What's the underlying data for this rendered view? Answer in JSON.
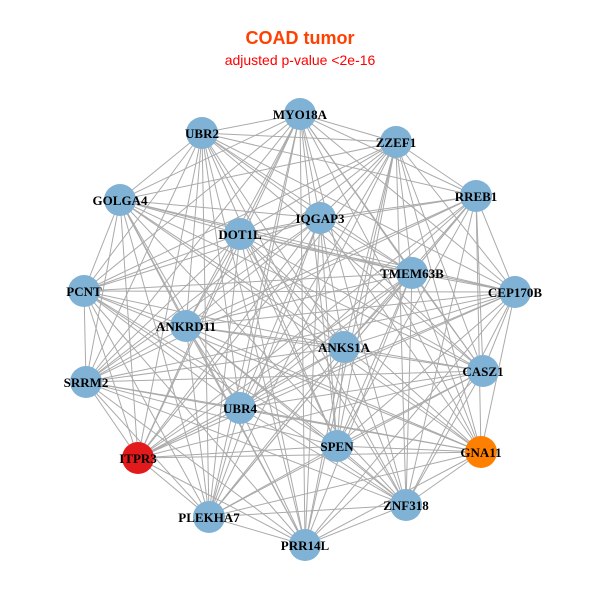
{
  "title": "COAD tumor",
  "subtitle": "adjusted p-value <2e-16",
  "colors": {
    "title": "#ff4000",
    "subtitle": "#ff0000",
    "node_default": "#7fb2d5",
    "edge": "#aaaaaa",
    "highlight_red": "#e31a1c",
    "highlight_orange": "#ff7f00"
  },
  "nodes": [
    {
      "name": "MYO18A",
      "color": "#7fb2d5"
    },
    {
      "name": "UBR2",
      "color": "#7fb2d5"
    },
    {
      "name": "ZZEF1",
      "color": "#7fb2d5"
    },
    {
      "name": "GOLGA4",
      "color": "#7fb2d5"
    },
    {
      "name": "RREB1",
      "color": "#7fb2d5"
    },
    {
      "name": "DOT1L",
      "color": "#7fb2d5"
    },
    {
      "name": "IQGAP3",
      "color": "#7fb2d5"
    },
    {
      "name": "TMEM63B",
      "color": "#7fb2d5"
    },
    {
      "name": "CEP170B",
      "color": "#7fb2d5"
    },
    {
      "name": "PCNT",
      "color": "#7fb2d5"
    },
    {
      "name": "ANKRD11",
      "color": "#7fb2d5"
    },
    {
      "name": "ANKS1A",
      "color": "#7fb2d5"
    },
    {
      "name": "CASZ1",
      "color": "#7fb2d5"
    },
    {
      "name": "SRRM2",
      "color": "#7fb2d5"
    },
    {
      "name": "UBR4",
      "color": "#7fb2d5"
    },
    {
      "name": "SPEN",
      "color": "#7fb2d5"
    },
    {
      "name": "GNA11",
      "color": "#ff7f00"
    },
    {
      "name": "ITPR3",
      "color": "#e31a1c"
    },
    {
      "name": "PLEKHA7",
      "color": "#7fb2d5"
    },
    {
      "name": "ZNF318",
      "color": "#7fb2d5"
    },
    {
      "name": "PRR14L",
      "color": "#7fb2d5"
    }
  ]
}
